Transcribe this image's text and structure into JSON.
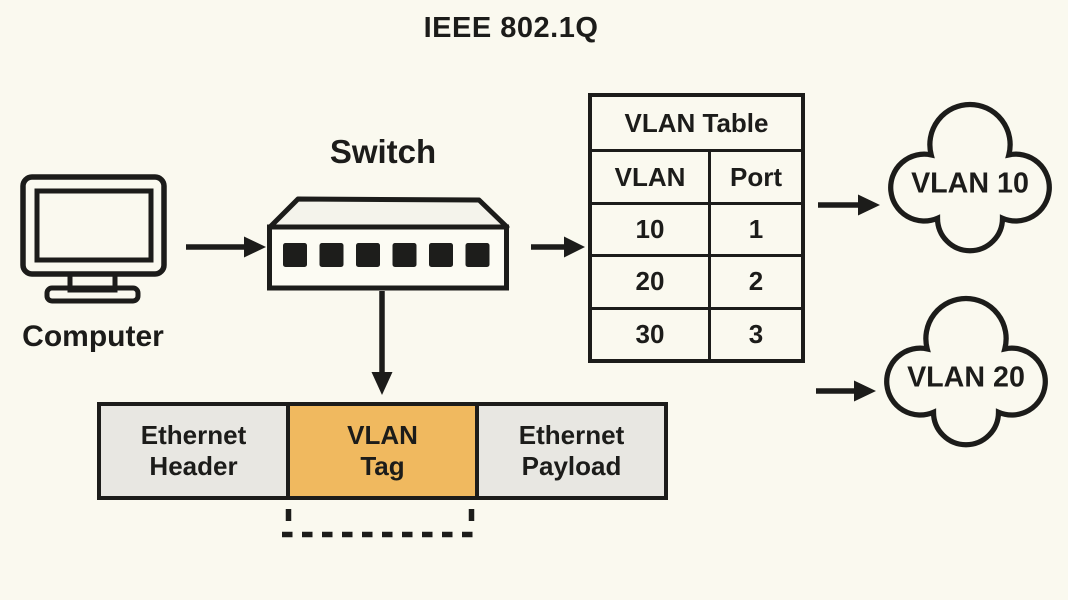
{
  "title": "IEEE 802.1Q",
  "colors": {
    "background": "#FAF9EF",
    "ink": "#1C1C1A",
    "vlan_tag_fill": "#F0B95F",
    "frame_section_fill": "#E8E7E2",
    "switch_top_fill": "#F4F3EB",
    "switch_front_fill": "#FCFBF3",
    "cloud_fill": "#FAF9EF"
  },
  "computer": {
    "label": "Computer"
  },
  "switch": {
    "label": "Switch",
    "ports": 6
  },
  "vlan_table": {
    "title": "VLAN Table",
    "headers": [
      "VLAN",
      "Port"
    ],
    "rows": [
      [
        "10",
        "1"
      ],
      [
        "20",
        "2"
      ],
      [
        "30",
        "3"
      ]
    ]
  },
  "clouds": [
    {
      "label": "VLAN 10"
    },
    {
      "label": "VLAN 20"
    }
  ],
  "frame": {
    "sections": [
      {
        "line1": "Ethernet",
        "line2": "Header"
      },
      {
        "line1": "VLAN",
        "line2": "Tag"
      },
      {
        "line1": "Ethernet",
        "line2": "Payload"
      }
    ]
  }
}
